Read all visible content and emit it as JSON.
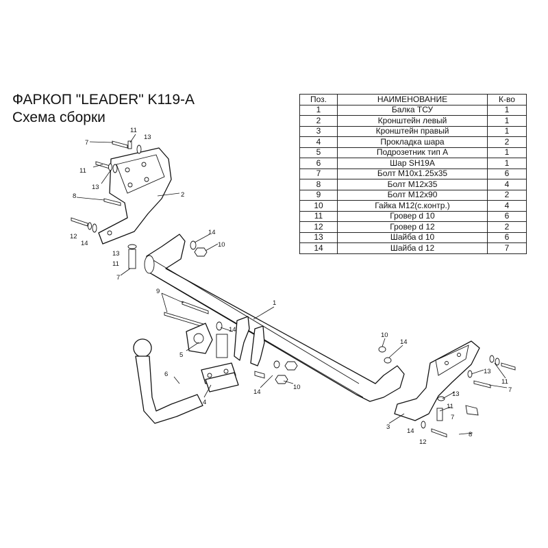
{
  "header": {
    "title": "ФАРКОП \"LEADER\" K119-A",
    "subtitle": "Схема сборки"
  },
  "parts_table": {
    "columns": [
      "Поз.",
      "НАИМЕНОВАНИЕ",
      "К-во"
    ],
    "rows": [
      [
        "1",
        "Балка ТСУ",
        "1"
      ],
      [
        "2",
        "Кронштейн левый",
        "1"
      ],
      [
        "3",
        "Кронштейн правый",
        "1"
      ],
      [
        "4",
        "Прокладка шара",
        "2"
      ],
      [
        "5",
        "Подрозетник тип А",
        "1"
      ],
      [
        "6",
        "Шар SH19A",
        "1"
      ],
      [
        "7",
        "Болт M10x1.25x35",
        "6"
      ],
      [
        "8",
        "Болт M12x35",
        "4"
      ],
      [
        "9",
        "Болт M12x90",
        "2"
      ],
      [
        "10",
        "Гайка M12(с.контр.)",
        "4"
      ],
      [
        "11",
        "Гровер d 10",
        "6"
      ],
      [
        "12",
        "Гровер d 12",
        "2"
      ],
      [
        "13",
        "Шайба d 10",
        "6"
      ],
      [
        "14",
        "Шайба d 12",
        "7"
      ]
    ]
  },
  "callouts": [
    "1",
    "2",
    "3",
    "4",
    "5",
    "6",
    "7",
    "8",
    "9",
    "10",
    "11",
    "12",
    "13",
    "14"
  ]
}
